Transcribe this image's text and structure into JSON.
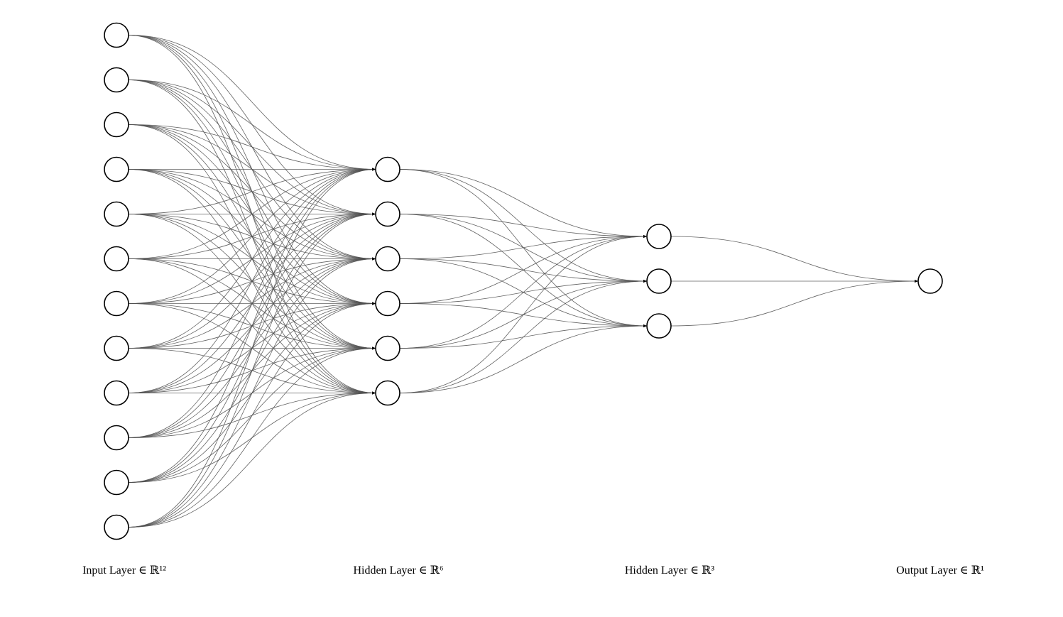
{
  "diagram": {
    "type": "neural-network",
    "layers": [
      {
        "size": 12,
        "label": "Input Layer ∈ ℝ¹²"
      },
      {
        "size": 6,
        "label": "Hidden Layer ∈ ℝ⁶"
      },
      {
        "size": 3,
        "label": "Hidden Layer ∈ ℝ³"
      },
      {
        "size": 1,
        "label": "Output Layer ∈ ℝ¹"
      }
    ],
    "edge_color": "#505050",
    "node_stroke": "#000000",
    "node_fill": "#ffffff"
  }
}
